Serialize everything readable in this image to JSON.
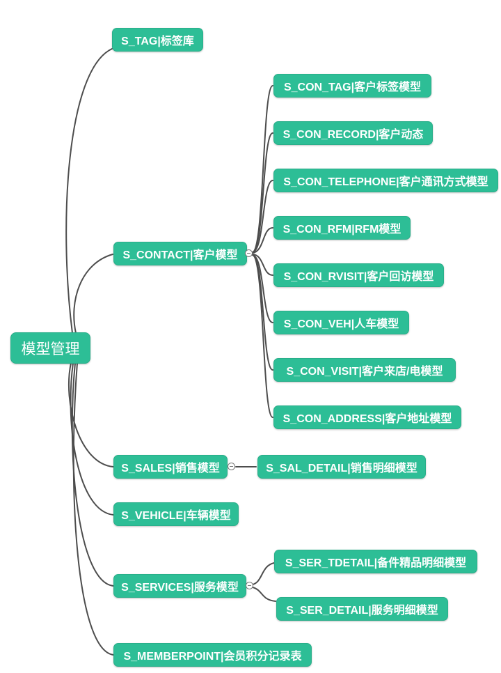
{
  "colors": {
    "node_fill": "#2DBE96",
    "node_text": "#FFFFFF",
    "edge": "#4D4D4D",
    "background": "#FFFFFF",
    "toggle_border": "#777777"
  },
  "tree": {
    "root": {
      "label": "模型管理"
    },
    "children": [
      {
        "label": "S_TAG|标签库"
      },
      {
        "label": "S_CONTACT|客户模型",
        "children": [
          {
            "label": "S_CON_TAG|客户标签模型"
          },
          {
            "label": "S_CON_RECORD|客户动态"
          },
          {
            "label": "S_CON_TELEPHONE|客户通讯方式模型"
          },
          {
            "label": "S_CON_RFM|RFM模型"
          },
          {
            "label": "S_CON_RVISIT|客户回访模型"
          },
          {
            "label": "S_CON_VEH|人车模型"
          },
          {
            "label": "S_CON_VISIT|客户来店/电模型"
          },
          {
            "label": "S_CON_ADDRESS|客户地址模型"
          }
        ]
      },
      {
        "label": "S_SALES|销售模型",
        "children": [
          {
            "label": "S_SAL_DETAIL|销售明细模型"
          }
        ]
      },
      {
        "label": "S_VEHICLE|车辆模型"
      },
      {
        "label": "S_SERVICES|服务模型",
        "children": [
          {
            "label": "S_SER_TDETAIL|备件精品明细模型"
          },
          {
            "label": "S_SER_DETAIL|服务明细模型"
          }
        ]
      },
      {
        "label": "S_MEMBERPOINT|会员积分记录表"
      }
    ]
  }
}
